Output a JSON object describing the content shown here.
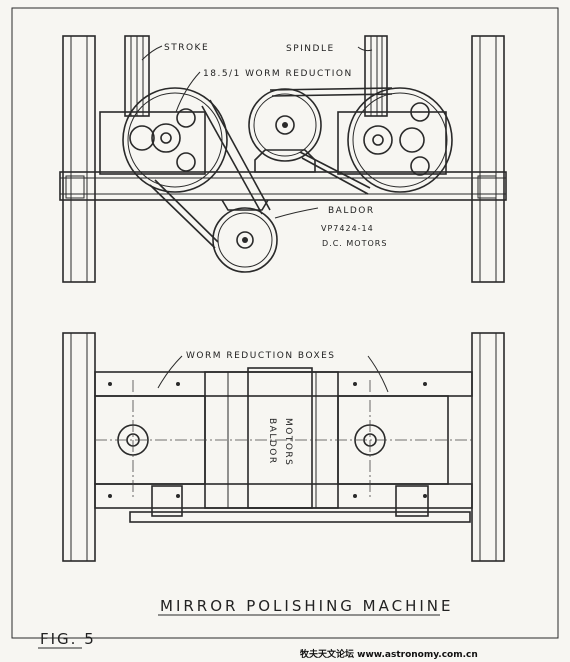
{
  "labels": {
    "stroke": "STROKE",
    "spindle": "SPINDLE",
    "worm_reduction": "18.5/1 WORM REDUCTION",
    "baldor": "BALDOR",
    "model": "VP7424-14",
    "dc_motors": "D.C. MOTORS",
    "worm_reduction_boxes": "WORM REDUCTION BOXES",
    "baldor_vertical": "BALDOR",
    "motors_vertical": "MOTORS"
  },
  "title": "MIRROR POLISHING MACHINE",
  "figure": "FIG. 5",
  "watermark": "牧夫天文论坛 www.astronomy.com.cn"
}
